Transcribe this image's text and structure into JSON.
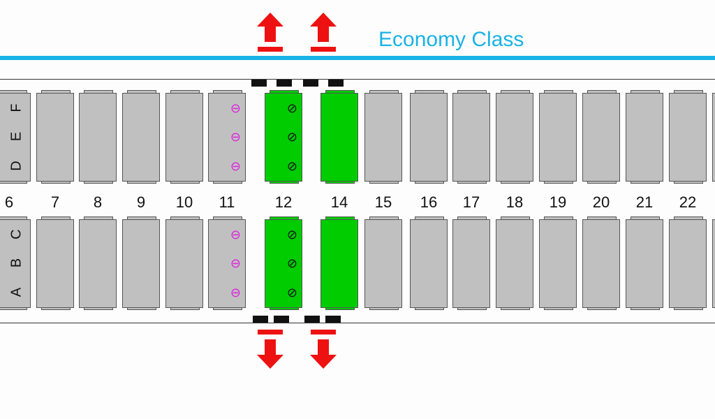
{
  "header": {
    "title": "Economy Class"
  },
  "colors": {
    "accent": "#1ab2e6",
    "seat": "#c0c0c0",
    "exit_row_seat": "#00cc00",
    "exit_arrow": "#ee1111",
    "restricted_recline": "#e020e0",
    "no_recline": "#111111"
  },
  "seat_letters_upper": [
    "F",
    "E",
    "D"
  ],
  "seat_letters_lower": [
    "C",
    "B",
    "A"
  ],
  "rows": [
    {
      "num": "6",
      "type": "normal"
    },
    {
      "num": "7",
      "type": "normal"
    },
    {
      "num": "8",
      "type": "normal"
    },
    {
      "num": "9",
      "type": "normal"
    },
    {
      "num": "10",
      "type": "normal"
    },
    {
      "num": "11",
      "type": "limited-recline"
    },
    {
      "num": "12",
      "type": "exit-no-recline"
    },
    {
      "num": "14",
      "type": "exit"
    },
    {
      "num": "15",
      "type": "normal"
    },
    {
      "num": "16",
      "type": "normal"
    },
    {
      "num": "17",
      "type": "normal"
    },
    {
      "num": "18",
      "type": "normal"
    },
    {
      "num": "19",
      "type": "normal"
    },
    {
      "num": "20",
      "type": "normal"
    },
    {
      "num": "21",
      "type": "normal"
    },
    {
      "num": "22",
      "type": "normal"
    },
    {
      "num": "",
      "type": "normal"
    }
  ],
  "icons": {
    "limited_recline": "⊖",
    "no_recline": "⊘"
  }
}
